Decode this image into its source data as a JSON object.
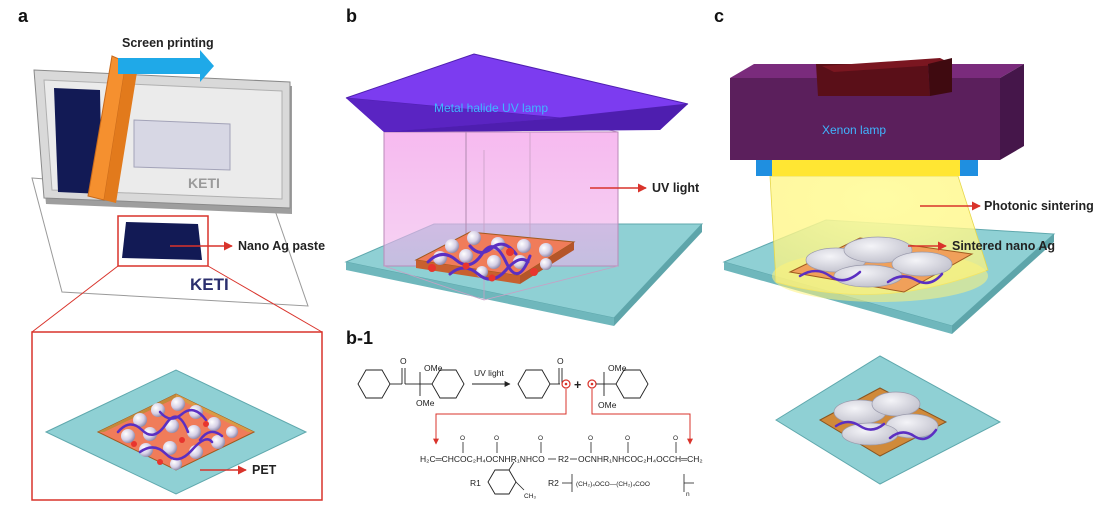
{
  "panels": {
    "a": {
      "letter": "a",
      "process_label": "Screen printing",
      "paste_label": "Nano Ag paste",
      "brand_big": "KETI",
      "brand_small": "KETI",
      "substrate_label": "PET"
    },
    "b": {
      "letter": "b",
      "lamp_label": "Metal halide UV lamp",
      "light_label": "UV light"
    },
    "b1": {
      "letter": "b-1",
      "arrow_label": "UV light",
      "chem": {
        "o1": "O",
        "ome1": "OMe",
        "ome2": "OMe",
        "o2": "O",
        "ome3": "OMe",
        "ome4": "OMe",
        "plus": "+",
        "chain_left": "H₂C═CHCOC₂H₄OCNHR₁NHCO",
        "chain_r2": "R2",
        "chain_right": "OCNHR₁NHCOC₂H₄OCCH═CH₂",
        "o_tops": [
          "O",
          "O",
          "O",
          "O",
          "O",
          "O"
        ],
        "r1": "R1",
        "ch3": "CH₃",
        "r2": "R2",
        "r2_formula": "(CH₂)₄OCO—(CH₂)₄COO",
        "n": "n"
      }
    },
    "c": {
      "letter": "c",
      "lamp_label": "Xenon lamp",
      "process_label": "Photonic sintering",
      "result_label": "Sintered nano Ag"
    }
  },
  "colors": {
    "red_line": "#d9332b",
    "arrow_blue": "#1fa9e8",
    "substrate": "#8fd0d4",
    "paste": "#f07c5a",
    "lamp_purple": "#6a2dd8",
    "xenon_body": "#5b1f5c",
    "beam_yellow": "#fff27a",
    "uv_pink": "#f2a8ec",
    "squeegee": "#f5902f",
    "screen_dark": "#121a55"
  }
}
